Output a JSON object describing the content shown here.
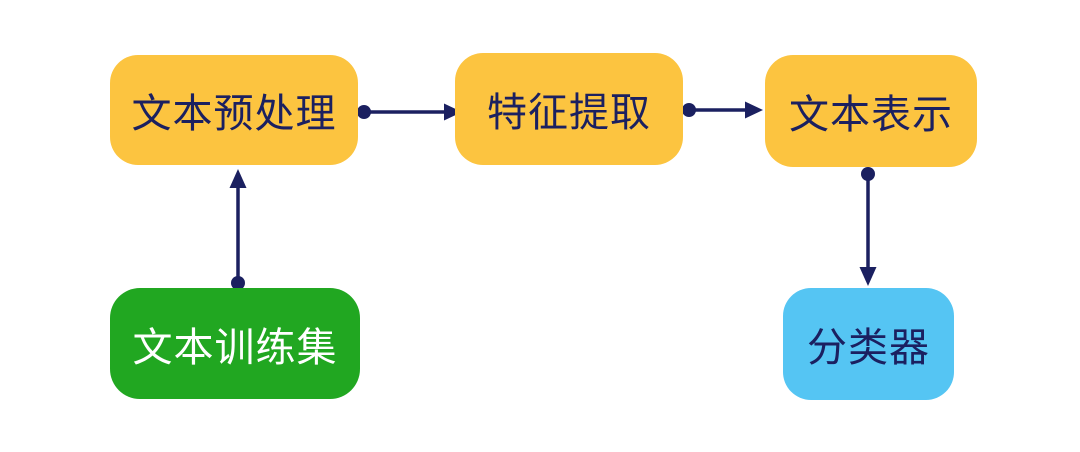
{
  "diagram": {
    "background": "#FFFFFF",
    "arrow_color": "#1B2060",
    "nodes": [
      {
        "id": "text-preprocessing",
        "label": "文本预处理",
        "fill": "#FCC440",
        "text_color": "#1B2060",
        "shape": "rounded-rect"
      },
      {
        "id": "feature-extraction",
        "label": "特征提取",
        "fill": "#FCC440",
        "text_color": "#1B2060",
        "shape": "rounded-rect"
      },
      {
        "id": "text-representation",
        "label": "文本表示",
        "fill": "#FCC440",
        "text_color": "#1B2060",
        "shape": "rounded-rect"
      },
      {
        "id": "text-training-set",
        "label": "文本训练集",
        "fill": "#21A721",
        "text_color": "#FFFFFF",
        "shape": "rounded-rect"
      },
      {
        "id": "classifier",
        "label": "分类器",
        "fill": "#55C5F3",
        "text_color": "#1B2060",
        "shape": "rounded-rect"
      }
    ],
    "edges": [
      {
        "from": "text-training-set",
        "to": "text-preprocessing",
        "direction": "up",
        "style": "dot-to-arrowhead"
      },
      {
        "from": "text-preprocessing",
        "to": "feature-extraction",
        "direction": "right",
        "style": "dot-to-arrowhead"
      },
      {
        "from": "feature-extraction",
        "to": "text-representation",
        "direction": "right",
        "style": "dot-to-arrowhead"
      },
      {
        "from": "text-representation",
        "to": "classifier",
        "direction": "down",
        "style": "dot-to-arrowhead"
      }
    ]
  }
}
